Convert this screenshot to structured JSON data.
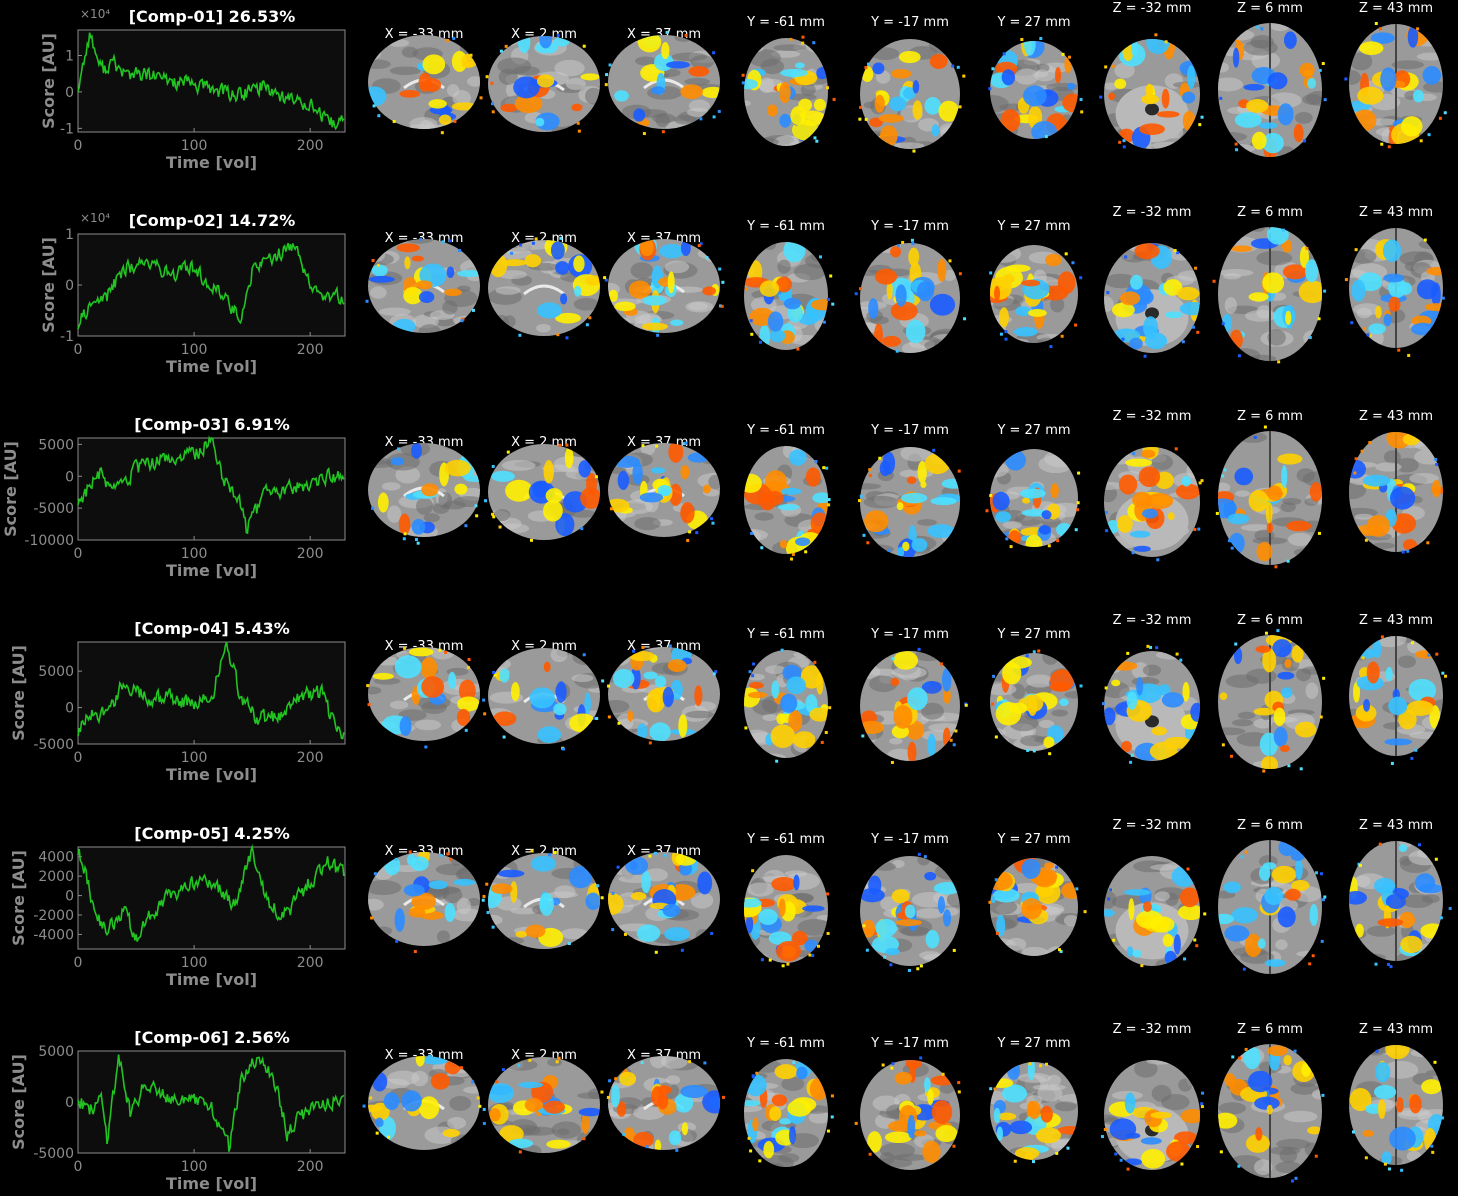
{
  "colors": {
    "background": "#000000",
    "plot_bg": "#0d0d0d",
    "axis": "#8c8c8c",
    "trace": "#22c422",
    "hot": [
      "#ff5a00",
      "#ff8c00",
      "#ffd000",
      "#fff000"
    ],
    "cold": [
      "#1a5cff",
      "#2b8cff",
      "#36c2ff",
      "#4fe0ff"
    ]
  },
  "slice_labels": [
    "X = -33 mm",
    "X = 2 mm",
    "X = 37 mm",
    "Y = -61 mm",
    "Y = -17 mm",
    "Y = 27 mm",
    "Z = -32 mm",
    "Z = 6 mm",
    "Z = 43 mm"
  ],
  "chart_data": [
    {
      "type": "line",
      "title": "[Comp-01] 26.53%",
      "xlabel": "Time [vol]",
      "ylabel": "Score [AU]",
      "xlim": [
        0,
        230
      ],
      "ylim": [
        -1.1,
        1.7
      ],
      "yticks": [
        -1,
        0,
        1
      ],
      "xticks": [
        0,
        100,
        200
      ],
      "multiplier": "×10⁴",
      "n_points": 230,
      "series": [
        {
          "x": [
            0,
            10,
            20,
            30,
            40,
            60,
            80,
            100,
            120,
            140,
            160,
            180,
            200,
            215,
            230
          ],
          "values": [
            0.1,
            1.6,
            0.6,
            0.8,
            0.5,
            0.45,
            0.3,
            0.2,
            0.05,
            -0.1,
            0.2,
            -0.2,
            -0.3,
            -0.9,
            -0.8
          ]
        }
      ]
    },
    {
      "type": "line",
      "title": "[Comp-02] 14.72%",
      "xlabel": "Time [vol]",
      "ylabel": "Score [AU]",
      "xlim": [
        0,
        230
      ],
      "ylim": [
        -1,
        1
      ],
      "yticks": [
        -1,
        0,
        1
      ],
      "xticks": [
        0,
        100,
        200
      ],
      "multiplier": "×10⁴",
      "n_points": 230,
      "series": [
        {
          "x": [
            0,
            10,
            25,
            40,
            60,
            80,
            100,
            115,
            130,
            140,
            150,
            165,
            185,
            200,
            215,
            230
          ],
          "values": [
            -0.8,
            -0.4,
            -0.2,
            0.3,
            0.5,
            0.2,
            0.35,
            0.0,
            -0.3,
            -0.7,
            0.3,
            0.5,
            0.8,
            0.1,
            -0.3,
            -0.2
          ]
        }
      ]
    },
    {
      "type": "line",
      "title": "[Comp-03] 6.91%",
      "xlabel": "Time [vol]",
      "ylabel": "Score [AU]",
      "xlim": [
        0,
        230
      ],
      "ylim": [
        -10000,
        6000
      ],
      "yticks": [
        -10000,
        -5000,
        0,
        5000
      ],
      "xticks": [
        0,
        100,
        200
      ],
      "multiplier": "",
      "n_points": 230,
      "series": [
        {
          "x": [
            0,
            10,
            20,
            30,
            50,
            70,
            90,
            105,
            115,
            125,
            140,
            145,
            160,
            180,
            200,
            215,
            230
          ],
          "values": [
            -4000,
            -1500,
            500,
            -3000,
            1000,
            2500,
            3000,
            4000,
            6000,
            0,
            -4000,
            -8500,
            -3000,
            -2000,
            -1000,
            0,
            -500
          ]
        }
      ]
    },
    {
      "type": "line",
      "title": "[Comp-04] 5.43%",
      "xlabel": "Time [vol]",
      "ylabel": "Score [AU]",
      "xlim": [
        0,
        230
      ],
      "ylim": [
        -5000,
        9000
      ],
      "yticks": [
        -5000,
        0,
        5000
      ],
      "xticks": [
        0,
        100,
        200
      ],
      "multiplier": "",
      "n_points": 230,
      "series": [
        {
          "x": [
            0,
            10,
            25,
            40,
            60,
            80,
            100,
            115,
            128,
            140,
            155,
            175,
            195,
            210,
            220,
            230
          ],
          "values": [
            -3500,
            -1000,
            -500,
            3500,
            1000,
            1500,
            500,
            1500,
            8500,
            1500,
            -1500,
            -1000,
            2000,
            2000,
            -2000,
            -4000
          ]
        }
      ]
    },
    {
      "type": "line",
      "title": "[Comp-05] 4.25%",
      "xlabel": "Time [vol]",
      "ylabel": "Score [AU]",
      "xlim": [
        0,
        230
      ],
      "ylim": [
        -5500,
        5000
      ],
      "yticks": [
        -4000,
        -2000,
        0,
        2000,
        4000
      ],
      "xticks": [
        0,
        100,
        200
      ],
      "multiplier": "",
      "n_points": 230,
      "series": [
        {
          "x": [
            0,
            5,
            15,
            25,
            40,
            50,
            65,
            80,
            100,
            120,
            135,
            150,
            165,
            180,
            200,
            215,
            230
          ],
          "values": [
            4500,
            3000,
            -2000,
            -3500,
            -1500,
            -4500,
            -1500,
            0,
            1500,
            1000,
            -1000,
            4500,
            -1000,
            -2000,
            1500,
            3500,
            2000
          ]
        }
      ]
    },
    {
      "type": "line",
      "title": "[Comp-06] 2.56%",
      "xlabel": "Time [vol]",
      "ylabel": "Score [AU]",
      "xlim": [
        0,
        230
      ],
      "ylim": [
        -5000,
        5000
      ],
      "yticks": [
        -5000,
        0,
        5000
      ],
      "xticks": [
        0,
        100,
        200
      ],
      "multiplier": "",
      "n_points": 230,
      "series": [
        {
          "x": [
            0,
            10,
            20,
            25,
            35,
            45,
            60,
            80,
            100,
            115,
            130,
            140,
            150,
            160,
            170,
            180,
            200,
            215,
            230
          ],
          "values": [
            500,
            -1000,
            500,
            -3500,
            4500,
            -1000,
            2000,
            500,
            0,
            -500,
            -4500,
            2000,
            3500,
            4000,
            2000,
            -3000,
            -500,
            0,
            500
          ]
        }
      ]
    }
  ]
}
